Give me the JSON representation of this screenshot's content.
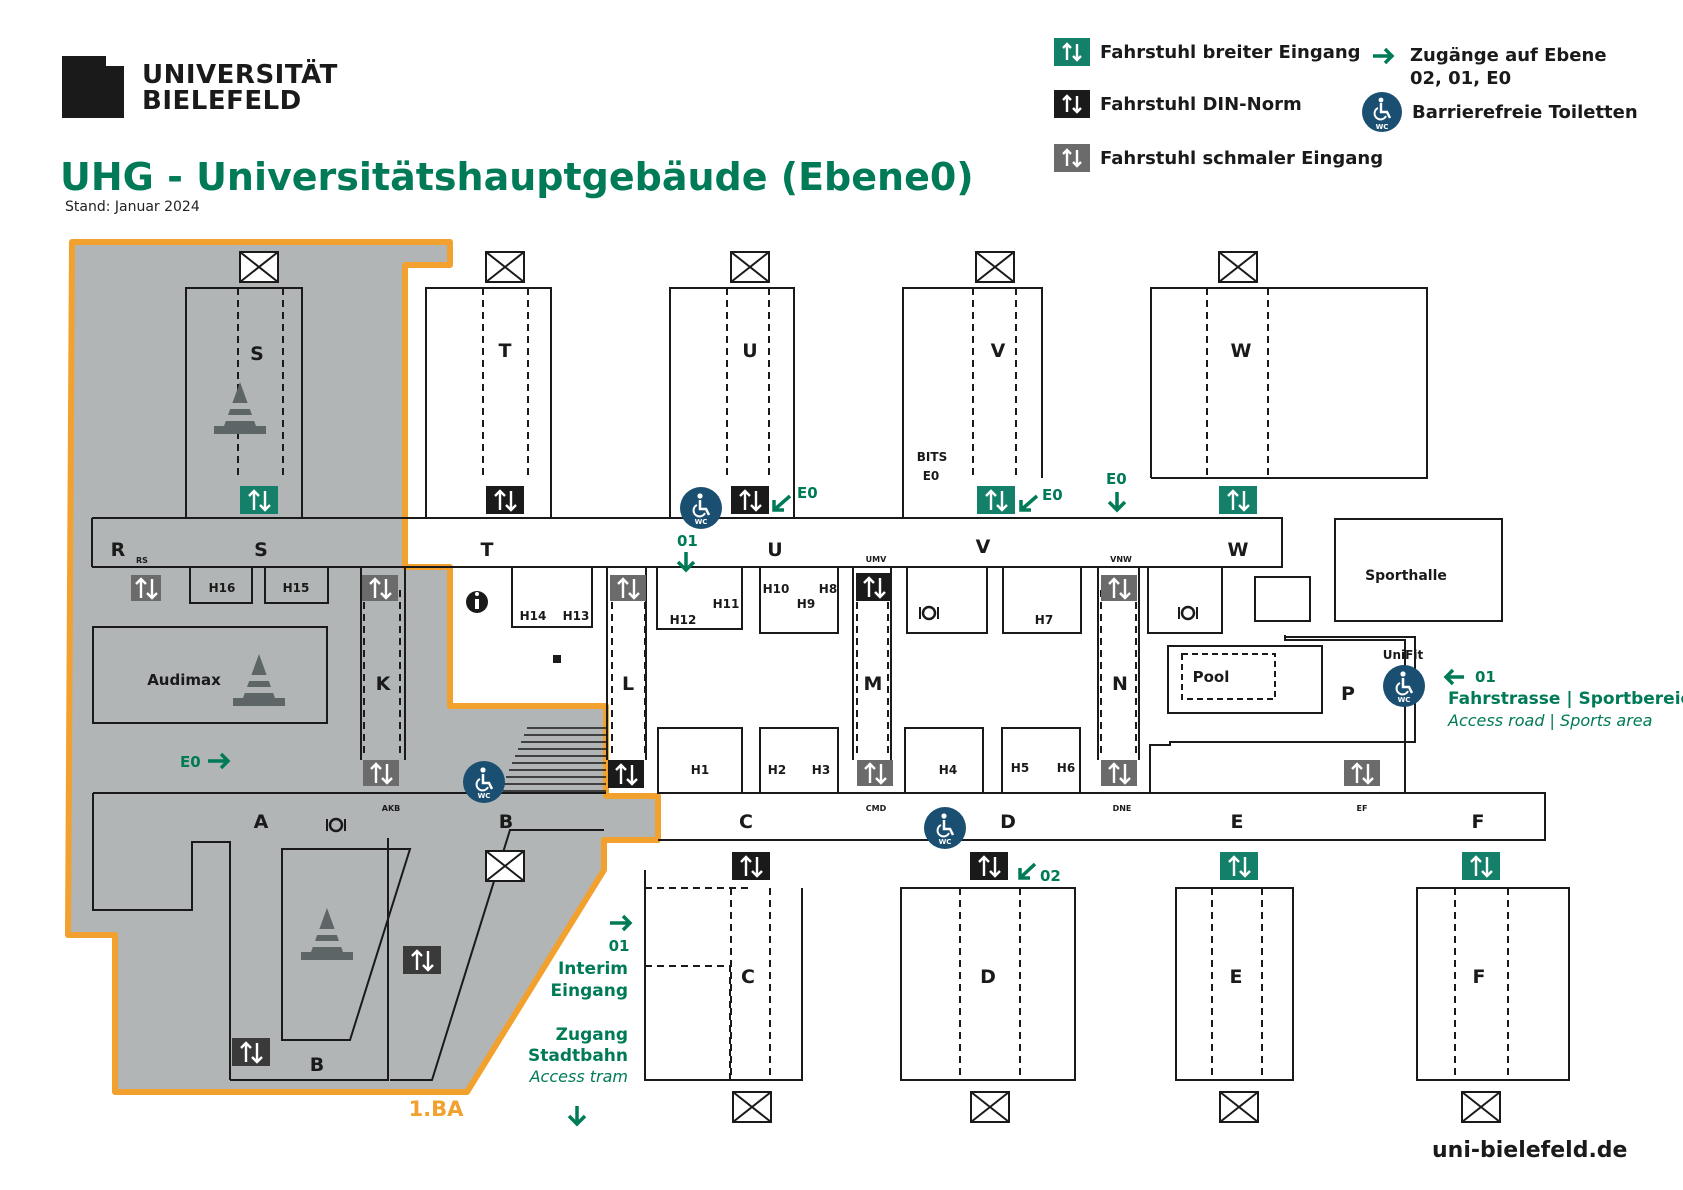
{
  "header": {
    "logo_line1": "UNIVERSITÄT",
    "logo_line2": "BIELEFELD",
    "title": "UHG - Universitätshauptgebäude (Ebene0)",
    "stand": "Stand: Januar 2024"
  },
  "legend": {
    "elevator_wide": "Fahrstuhl breiter Eingang",
    "elevator_din": "Fahrstuhl DIN-Norm",
    "elevator_narrow": "Fahrstuhl schmaler Eingang",
    "access_line1": "Zugänge auf Ebene",
    "access_line2": "02, 01, E0",
    "wc": "Barrierefreie Toiletten"
  },
  "colors": {
    "brand_green": "#007a57",
    "elevator_wide": "#15806a",
    "elevator_din": "#1a1a1a",
    "elevator_narrow": "#6b6b6b",
    "wc_badge": "#1b4f72",
    "construction_area": "#b1b5b6",
    "construction_border": "#f2a12e"
  },
  "map": {
    "building_labels": {
      "S_top": "S",
      "T_top": "T",
      "U_top": "U",
      "V_top": "V",
      "W_top": "W",
      "R": "R",
      "RS": "RS",
      "S_corr": "S",
      "T_corr": "T",
      "U_corr": "U",
      "V_corr": "V",
      "W_corr": "W",
      "K": "K",
      "L": "L",
      "M": "M",
      "N": "N",
      "P": "P",
      "A": "A",
      "B_corr": "B",
      "B_low": "B",
      "C_corr": "C",
      "D_corr": "D",
      "E_corr": "E",
      "F_corr": "F",
      "C_low": "C",
      "D_low": "D",
      "E_low": "E",
      "F_low": "F"
    },
    "rooms": {
      "H16": "H16",
      "H15": "H15",
      "H14": "H14",
      "H13": "H13",
      "H12": "H12",
      "H11": "H11",
      "H10": "H10",
      "H9": "H9",
      "H8": "H8",
      "H7": "H7",
      "H1": "H1",
      "H2": "H2",
      "H3": "H3",
      "H4": "H4",
      "H5": "H5",
      "H6": "H6",
      "audimax": "Audimax",
      "pool": "Pool",
      "sporthalle": "Sporthalle",
      "unifit": "UniFit",
      "bits1": "BITS",
      "bits2": "E0"
    },
    "small_codes": {
      "UMV": "UMV",
      "CMD": "CMD",
      "VNW": "VNW",
      "DNE": "DNE",
      "EF": "EF",
      "AKB": "AKB"
    },
    "access": {
      "u_e0": "E0",
      "v_e0": "E0",
      "vnw_e0": "E0",
      "t_01": "01",
      "a_e0": "E0",
      "d_02": "02",
      "p_01": "01",
      "p_road": "Fahrstrasse | Sportbereich",
      "p_road_en": "Access road | Sports area",
      "interim_01": "01",
      "interim1": "Interim",
      "interim2": "Eingang",
      "tram1": "Zugang",
      "tram2": "Stadtbahn",
      "tram_en": "Access tram"
    },
    "ba_label": "1.BA",
    "wc_text": "WC"
  },
  "website": "uni-bielefeld.de"
}
